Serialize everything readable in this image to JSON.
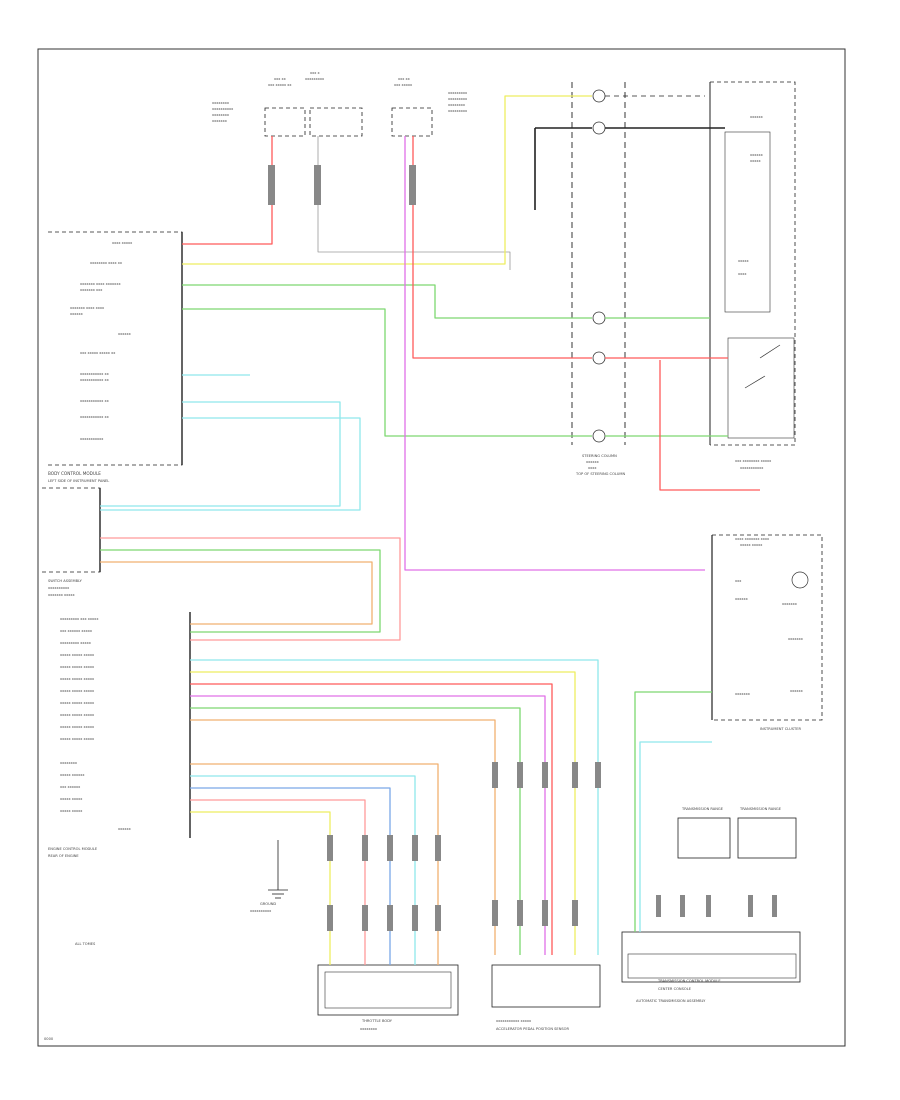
{
  "colors": {
    "red": "#ff5a5a",
    "pink": "#ff9a9a",
    "yellow": "#eeee60",
    "green": "#7dd870",
    "cyan": "#8fe8ec",
    "violet": "#e070e8",
    "orange": "#f0b070",
    "blue": "#7aa8e8",
    "black": "#222222",
    "gray": "#9a9a9a"
  },
  "labels": {
    "left_module": "BODY CONTROL MODULE",
    "left_module_sub": "LEFT SIDE OF INSTRUMENT PANEL",
    "engine_module": "ENGINE CONTROL MODULE",
    "engine_module_sub": "REAR OF ENGINE",
    "steering_column": "STEERING COLUMN",
    "steering_sub": "TOP OF STEERING COLUMN",
    "cluster": "INSTRUMENT CLUSTER",
    "trans_module": "TRANSMISSION CONTROL MODULE",
    "trans_module_sub": "CENTER CONSOLE",
    "auto_trans": "AUTOMATIC TRANSMISSION ASSEMBLY",
    "throttle": "THROTTLE BODY",
    "accel_pedal": "ACCELERATOR PEDAL POSITION SENSOR",
    "switch_assy": "SWITCH ASSEMBLY",
    "trans_a": "TRANSMISSION RANGE",
    "trans_b": "TRANSMISSION RANGE",
    "ground_text": "GROUND",
    "footnote": "ALL TOMES",
    "corner_id": "0000"
  }
}
